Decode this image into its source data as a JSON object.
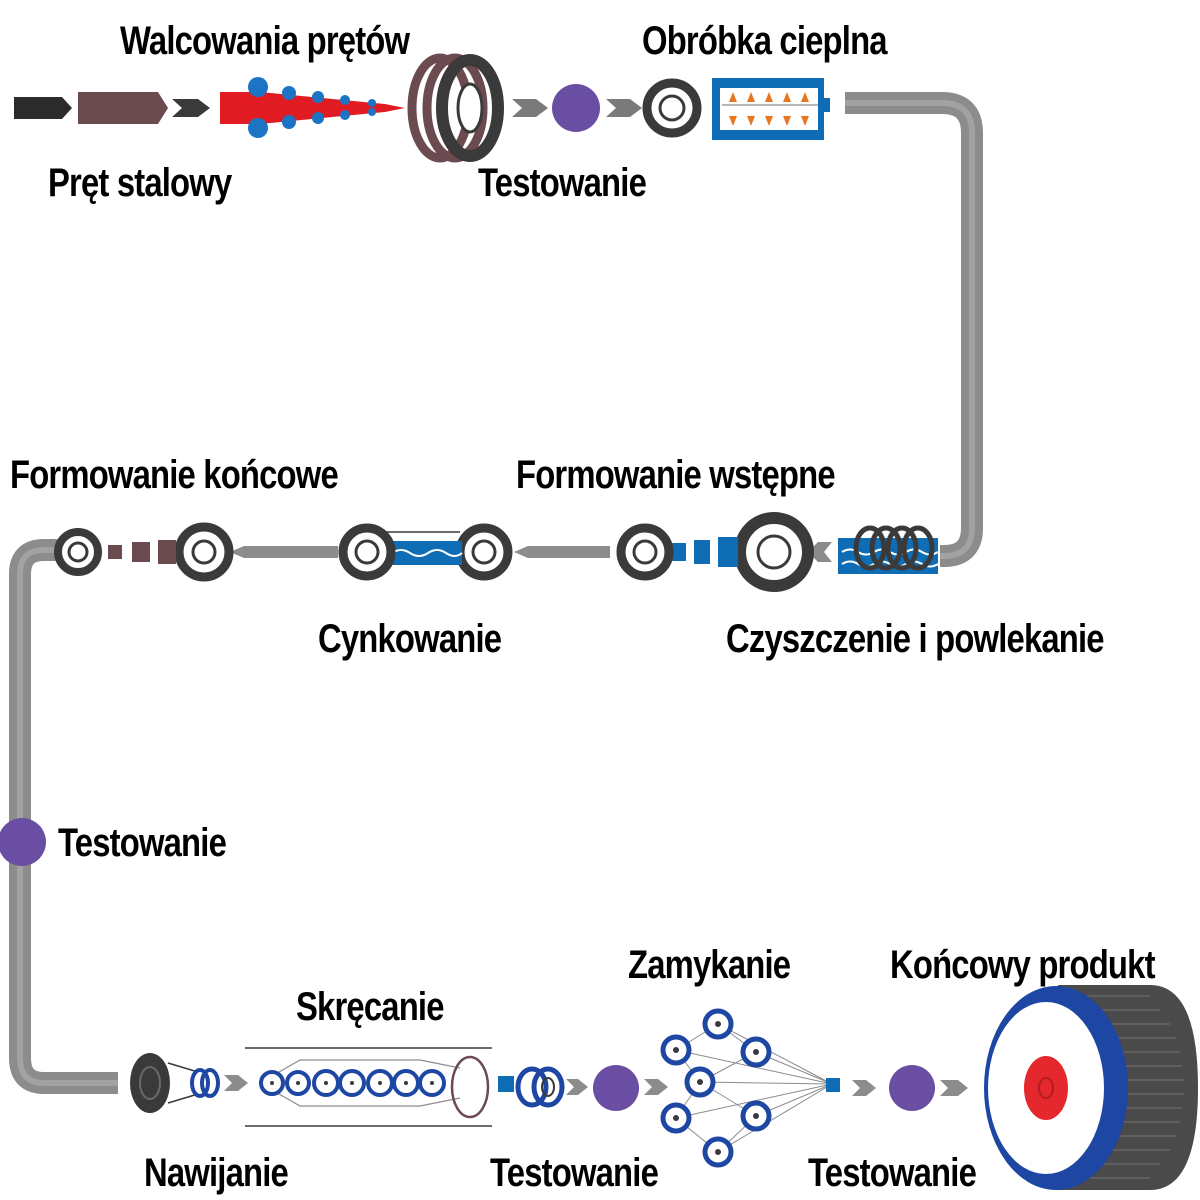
{
  "labels": {
    "walcowanie": "Walcowania prętów",
    "obrobka": "Obróbka cieplna",
    "pret": "Pręt stalowy",
    "test_top": "Testowanie",
    "form_koncowe": "Formowanie końcowe",
    "form_wstepne": "Formowanie wstępne",
    "cynkowanie": "Cynkowanie",
    "czyszczenie": "Czyszczenie i powlekanie",
    "test_left": "Testowanie",
    "skrecanie": "Skręcanie",
    "zamykanie": "Zamykanie",
    "koncowy": "Końcowy produkt",
    "nawijanie": "Nawijanie",
    "test_bottom1": "Testowanie",
    "test_bottom2": "Testowanie"
  },
  "colors": {
    "conveyor": "#8c8c8c",
    "coil": "#3a3a3a",
    "rod_dark": "#2b2b2b",
    "rod_brown": "#6b4a50",
    "flame_red": "#e11b22",
    "roller_blue": "#1e74c4",
    "process_blue": "#0f6db5",
    "test_purple": "#6a4ea3",
    "heat_orange": "#e87722",
    "spool_navy": "#1d47a3",
    "spool_core": "#e5282d"
  },
  "icons": [
    "arrow-icon",
    "coil-icon",
    "test-circle-icon",
    "furnace-icon",
    "bath-icon",
    "twisting-icon",
    "closing-icon",
    "spool-icon"
  ]
}
